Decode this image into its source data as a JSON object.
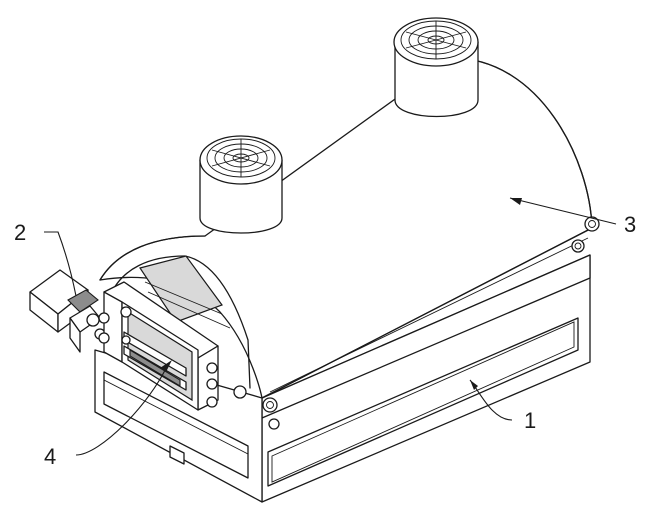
{
  "callouts": [
    {
      "id": "1",
      "label": "1"
    },
    {
      "id": "2",
      "label": "2"
    },
    {
      "id": "3",
      "label": "3"
    },
    {
      "id": "4",
      "label": "4"
    }
  ],
  "colors": {
    "line": "#1a1a1a",
    "background": "#ffffff",
    "shade": "#d9d9d9"
  }
}
